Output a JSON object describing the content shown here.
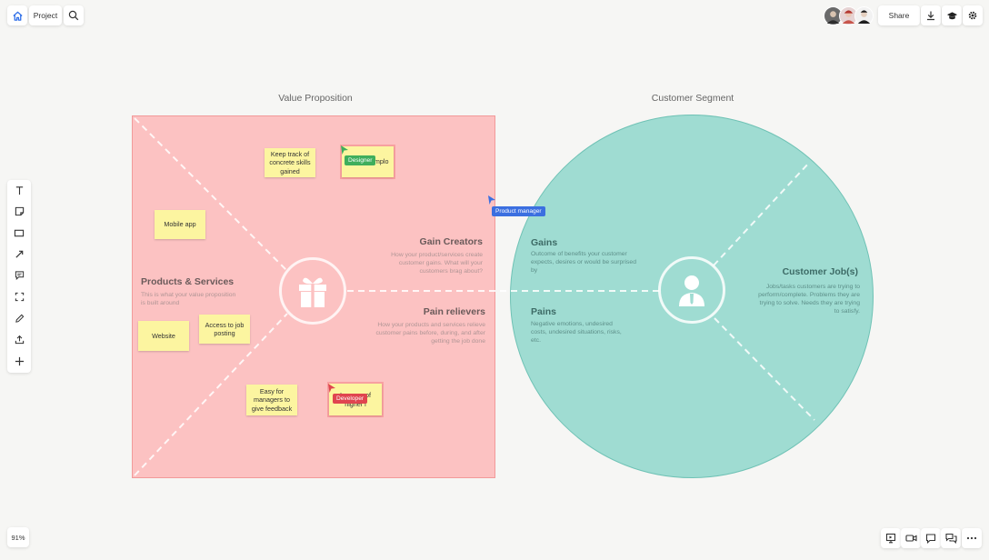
{
  "topbar": {
    "home_icon": "home-icon",
    "project_label": "Project",
    "search_icon": "search-icon",
    "share_label": "Share",
    "download_icon": "download-icon",
    "learn_icon": "graduation-cap-icon",
    "settings_icon": "gear-icon"
  },
  "canvas": {
    "value_proposition": {
      "title": "Value Proposition",
      "color": "#fcc2c2",
      "products_services": {
        "heading": "Products & Services",
        "description": "This is what your value proposition is built around"
      },
      "gain_creators": {
        "heading": "Gain Creators",
        "description": "How your product/services create customer gains. What will your customers brag about?"
      },
      "pain_relievers": {
        "heading": "Pain relievers",
        "description": "How your products and services relieve customer pains before, during, and after getting the job done"
      },
      "stickies": [
        {
          "text": "Keep track of concrete skills gained"
        },
        {
          "text": "to other emplo"
        },
        {
          "text": "Mobile app"
        },
        {
          "text": "Website"
        },
        {
          "text": "Access to job posting"
        },
        {
          "text": "Easy for managers to give feedback"
        },
        {
          "text": "Improve of higher i"
        }
      ]
    },
    "customer_segment": {
      "title": "Customer Segment",
      "color": "#9fdcd2",
      "gains": {
        "heading": "Gains",
        "description": "Outcome of benefits your customer expects, desires or would be surprised by"
      },
      "pains": {
        "heading": "Pains",
        "description": "Negative emotions, undesired costs, undesired situations, risks, etc."
      },
      "customer_jobs": {
        "heading": "Customer Job(s)",
        "description": "Jobs/tasks customers are trying to perform/complete. Problems they are trying to solve. Needs they are trying to satisfy."
      }
    },
    "cursors": {
      "designer": "Designer",
      "product_manager": "Product manager",
      "developer": "Developer"
    }
  },
  "zoom": {
    "level": "91%"
  },
  "bottombar": {
    "icons": [
      "presentation-icon",
      "video-icon",
      "comment-icon",
      "chat-icon",
      "more-icon"
    ]
  }
}
